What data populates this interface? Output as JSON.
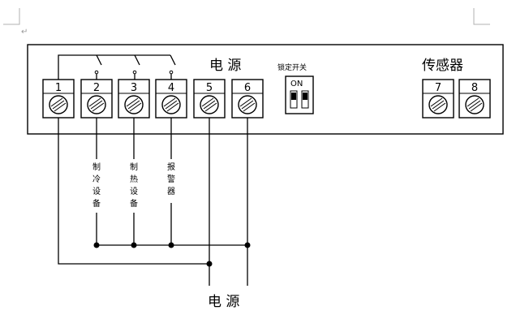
{
  "panel": {
    "terminals": [
      "1",
      "2",
      "3",
      "4",
      "5",
      "6",
      "7",
      "8"
    ],
    "power_label": "电 源",
    "sensor_label": "传感器",
    "lock_switch_label": "锁定开关",
    "dip_on_label": "ON"
  },
  "loads": [
    {
      "id": "cooling",
      "chars": [
        "制",
        "冷",
        "设",
        "备"
      ]
    },
    {
      "id": "heating",
      "chars": [
        "制",
        "热",
        "设",
        "备"
      ]
    },
    {
      "id": "alarm",
      "chars": [
        "报",
        "警",
        "器"
      ]
    }
  ],
  "bottom_power_label": "电 源"
}
